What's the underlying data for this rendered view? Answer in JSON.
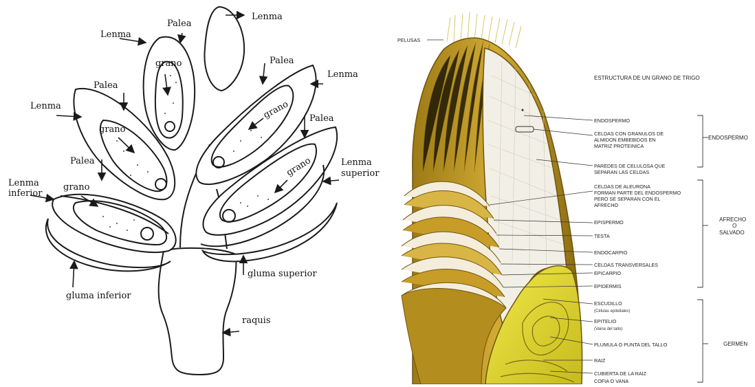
{
  "left_diagram": {
    "labels": {
      "lenma_top": "Lenma",
      "palea_top": "Palea",
      "lenma_upper_left": "Lenma",
      "grano_top": "grano",
      "palea_right_top": "Palea",
      "lenma_right": "Lenma",
      "palea_left": "Palea",
      "lenma_left": "Lenma",
      "grano_left_mid": "grano",
      "grano_right_top": "grano",
      "palea_right_mid": "Palea",
      "palea_left_low": "Palea",
      "grano_right_low": "grano",
      "lenma_superior_1": "Lenma",
      "lenma_superior_2": "superior",
      "lenma_inferior_1": "Lenma",
      "lenma_inferior_2": "inferior",
      "grano_left_low": "grano",
      "gluma_superior": "gluma superior",
      "gluma_inferior": "gluma inferior",
      "raquis": "raquis"
    }
  },
  "right_diagram": {
    "title": "ESTRUCTURA DE UN GRANO DE TRIGO",
    "pelusas": "PELUSAS",
    "labels": {
      "endospermo": "ENDOSPERMO",
      "celdas_1": "CELDAS CON GRANULOS DE",
      "celdas_2": "ALMIDON EMBEBIDOS EN",
      "celdas_3": "MATRIZ PROTEINICA",
      "paredes_1": "PAREDES DE CELULOSA QUE",
      "paredes_2": "SEPARAN LAS CELDAS",
      "aleurona_1": "CELDAS DE ALEURONA",
      "aleurona_2": "FORMAN PARTE DEL ENDOSPERMO",
      "aleurona_3": "PERO SE SEPARAN CON EL",
      "aleurona_4": "AFRECHO",
      "epispermo": "EPISPERMO",
      "testa": "TESTA",
      "endocarpio": "ENDOCARPIO",
      "transversales": "CELDAS TRANSVERSALES",
      "epicarpio": "EPICARPIO",
      "epidermis": "EPIDERMIS",
      "escudillo": "ESCUDILLO",
      "escudillo_sub": "(Células epiteliales)",
      "epitelio": "EPITELIO",
      "epitelio_sub": "(Vaina del tallo)",
      "plumula": "PLUMULA O PUNTA DEL TALLO",
      "raiz": "RAIZ",
      "cubierta": "CUBIERTA DE LA RAIZ",
      "cofia": "COFIA O VANA"
    },
    "groups": {
      "endospermo": "ENDOSPERMO",
      "afrecho_1": "AFRECHO",
      "afrecho_2": "O",
      "afrecho_3": "SALVADO",
      "germen": "GERMEN"
    }
  },
  "colors": {
    "line": "#1a1a1a",
    "husk": "#c9a227",
    "husk_dark": "#8a6a12",
    "endosperm": "#f2efe6",
    "germ": "#e6dc2a"
  }
}
